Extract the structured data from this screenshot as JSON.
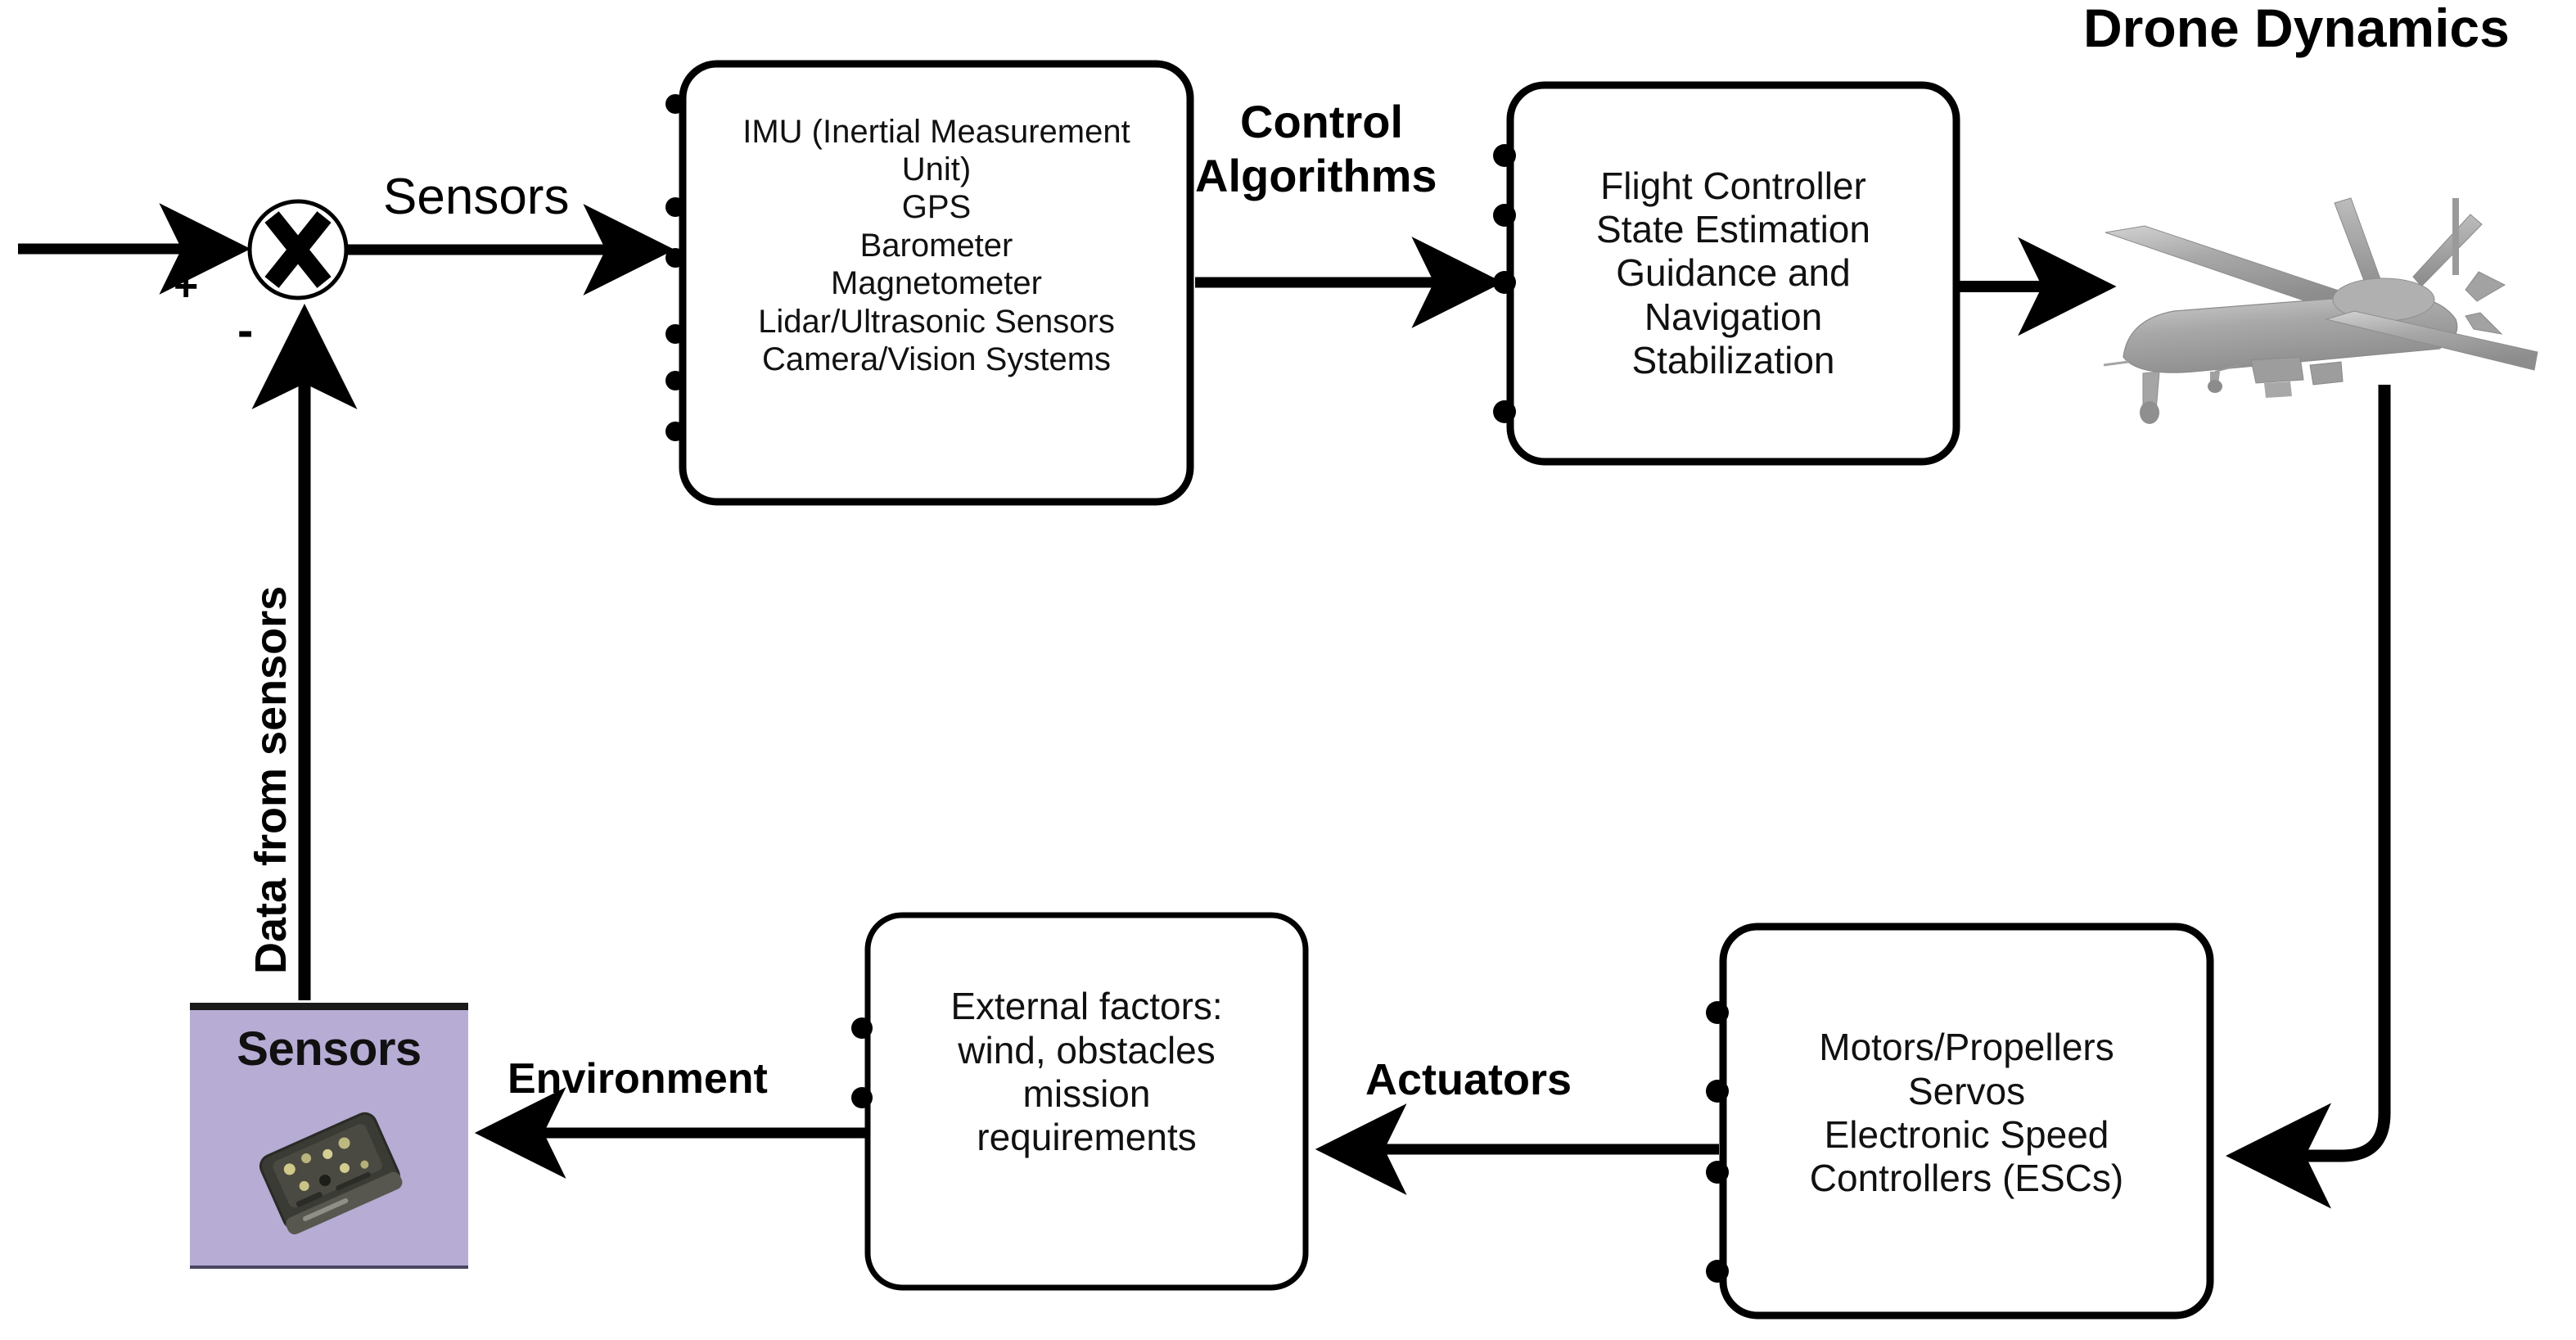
{
  "diagram": {
    "title": "Drone Dynamics",
    "summing_junction": {
      "symbol": "X",
      "plus_sign": "+",
      "minus_sign": "-"
    },
    "blocks": [
      {
        "id": "sensors-block",
        "lines": [
          "IMU (Inertial Measurement",
          "Unit)",
          "GPS",
          "Barometer",
          "Magnetometer",
          "Lidar/Ultrasonic Sensors",
          "Camera/Vision Systems"
        ]
      },
      {
        "id": "flight-controller-block",
        "lines": [
          "Flight Controller",
          "State Estimation",
          "Guidance and",
          "Navigation",
          "Stabilization"
        ]
      },
      {
        "id": "actuators-block",
        "lines": [
          "Motors/Propellers",
          "Servos",
          "Electronic Speed",
          "Controllers (ESCs)"
        ]
      },
      {
        "id": "external-factors-block",
        "lines": [
          "External factors:",
          "wind, obstacles",
          "mission",
          "requirements"
        ]
      }
    ],
    "sensor_card": {
      "caption": "Sensors",
      "device_icon": "sensor-module-icon"
    },
    "edge_labels": {
      "sensors": "Sensors",
      "control_algorithms_line1": "Control",
      "control_algorithms_line2": "Algorithms",
      "actuators": "Actuators",
      "environment": "Environment",
      "feedback": "Data from sensors"
    },
    "colors": {
      "card_fill": "#b6acd4",
      "card_top_border": "#1a1a1a",
      "stroke": "#000000",
      "drone_body": "#9a9a9a",
      "background": "#ffffff"
    }
  }
}
